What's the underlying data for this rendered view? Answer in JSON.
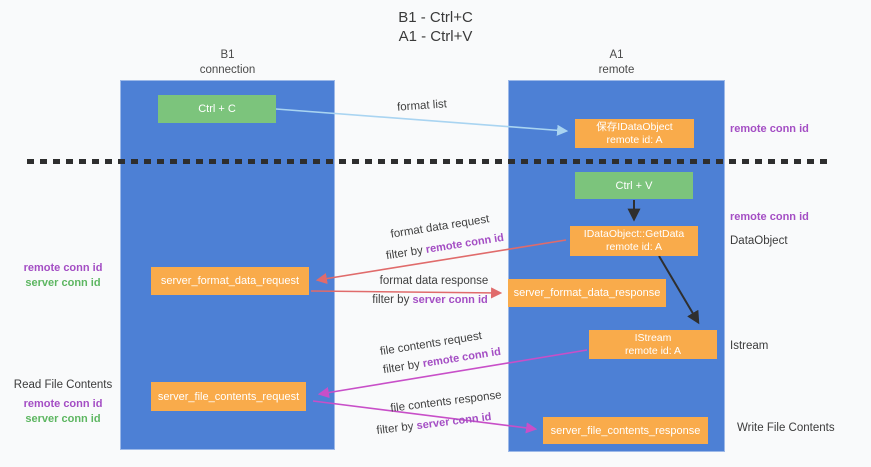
{
  "title": {
    "line1": "B1 - Ctrl+C",
    "line2": "A1 - Ctrl+V"
  },
  "columns": {
    "left": {
      "name": "B1",
      "role": "connection"
    },
    "right": {
      "name": "A1",
      "role": "remote"
    }
  },
  "boxes": {
    "ctrl_c": "Ctrl + C",
    "ctrl_v": "Ctrl + V",
    "save_dataobject": {
      "line1": "保存IDataObject",
      "line2": "remote id: A"
    },
    "getdata": {
      "line1": "IDataObject::GetData",
      "line2": "remote id: A"
    },
    "istream": {
      "line1": "IStream",
      "line2": "remote id: A"
    },
    "server_format_data_request": "server_format_data_request",
    "server_format_data_response": "server_format_data_response",
    "server_file_contents_request": "server_file_contents_request",
    "server_file_contents_response": "server_file_contents_response"
  },
  "side_labels": {
    "left_mid_remote": "remote conn id",
    "left_mid_server": "server conn id",
    "read_file_contents": "Read File Contents",
    "left_bottom_remote": "remote conn id",
    "left_bottom_server": "server conn id",
    "right_top_remote": "remote conn id",
    "right_mid_remote": "remote conn id",
    "dataobject": "DataObject",
    "istream": "Istream",
    "write_file_contents": "Write File Contents"
  },
  "arrow_labels": {
    "format_list": "format list",
    "format_request_line": "format data request",
    "format_response_line": "format data response",
    "file_request_line": "file contents request",
    "file_response_line": "file contents response",
    "filter_prefix": "filter by ",
    "remote_conn_id": "remote conn id",
    "server_conn_id": "server conn id"
  },
  "colors": {
    "column_blue": "#4d80d5",
    "box_orange": "#f9ab4b",
    "box_green": "#7cc47c",
    "arrow_red": "#e06b6b",
    "arrow_magenta": "#c84fc8",
    "arrow_light_blue": "#a9d4f1",
    "arrow_black": "#2f2f2f",
    "text_purple": "#a44ec4",
    "text_green": "#5db661"
  }
}
